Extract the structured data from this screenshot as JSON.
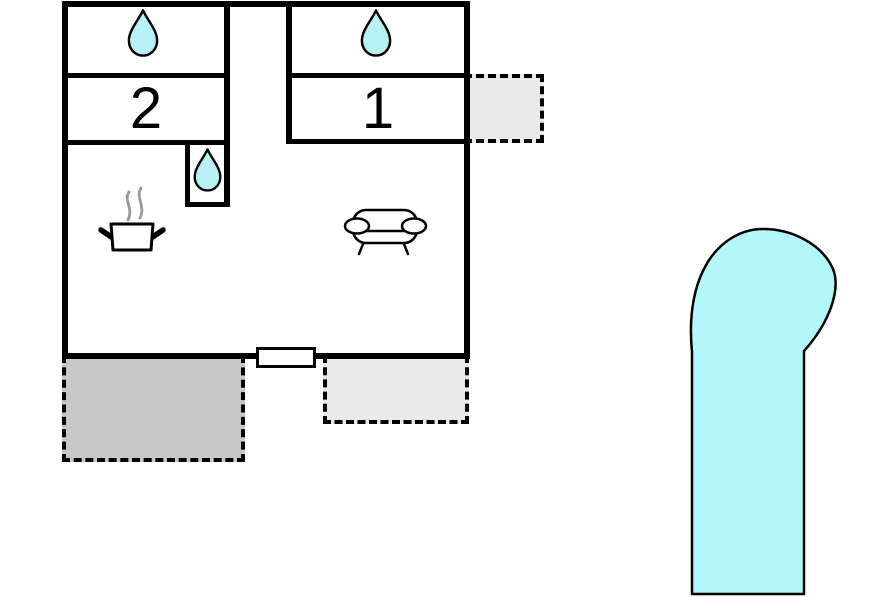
{
  "floor_plan": {
    "title": "holiday-home-floor-plan",
    "bedrooms": [
      {
        "id": "bedroom-1",
        "label": "1",
        "water_drop": "water-drop-icon"
      },
      {
        "id": "bedroom-2",
        "label": "2",
        "water_drop": "water-drop-icon"
      }
    ],
    "bathroom": {
      "water_drop": "water-drop-icon"
    },
    "kitchen": {
      "icon": "cooking-pot-icon"
    },
    "living_room": {
      "icon": "sofa-icon"
    },
    "exterior": {
      "pool": "pool-shape",
      "door": "entrance-door",
      "terraces": [
        {
          "id": "terrace-side",
          "shade": "light"
        },
        {
          "id": "terrace-back",
          "shade": "dark"
        },
        {
          "id": "terrace-front",
          "shade": "light"
        }
      ]
    },
    "colors": {
      "water": "#b7f1f4",
      "pool": "#b2f7f9",
      "wall": "#000000",
      "terrace_dark": "#c8c8c8",
      "terrace_light": "#e9e9e9",
      "steam": "#999999",
      "background": "#ffffff"
    }
  }
}
